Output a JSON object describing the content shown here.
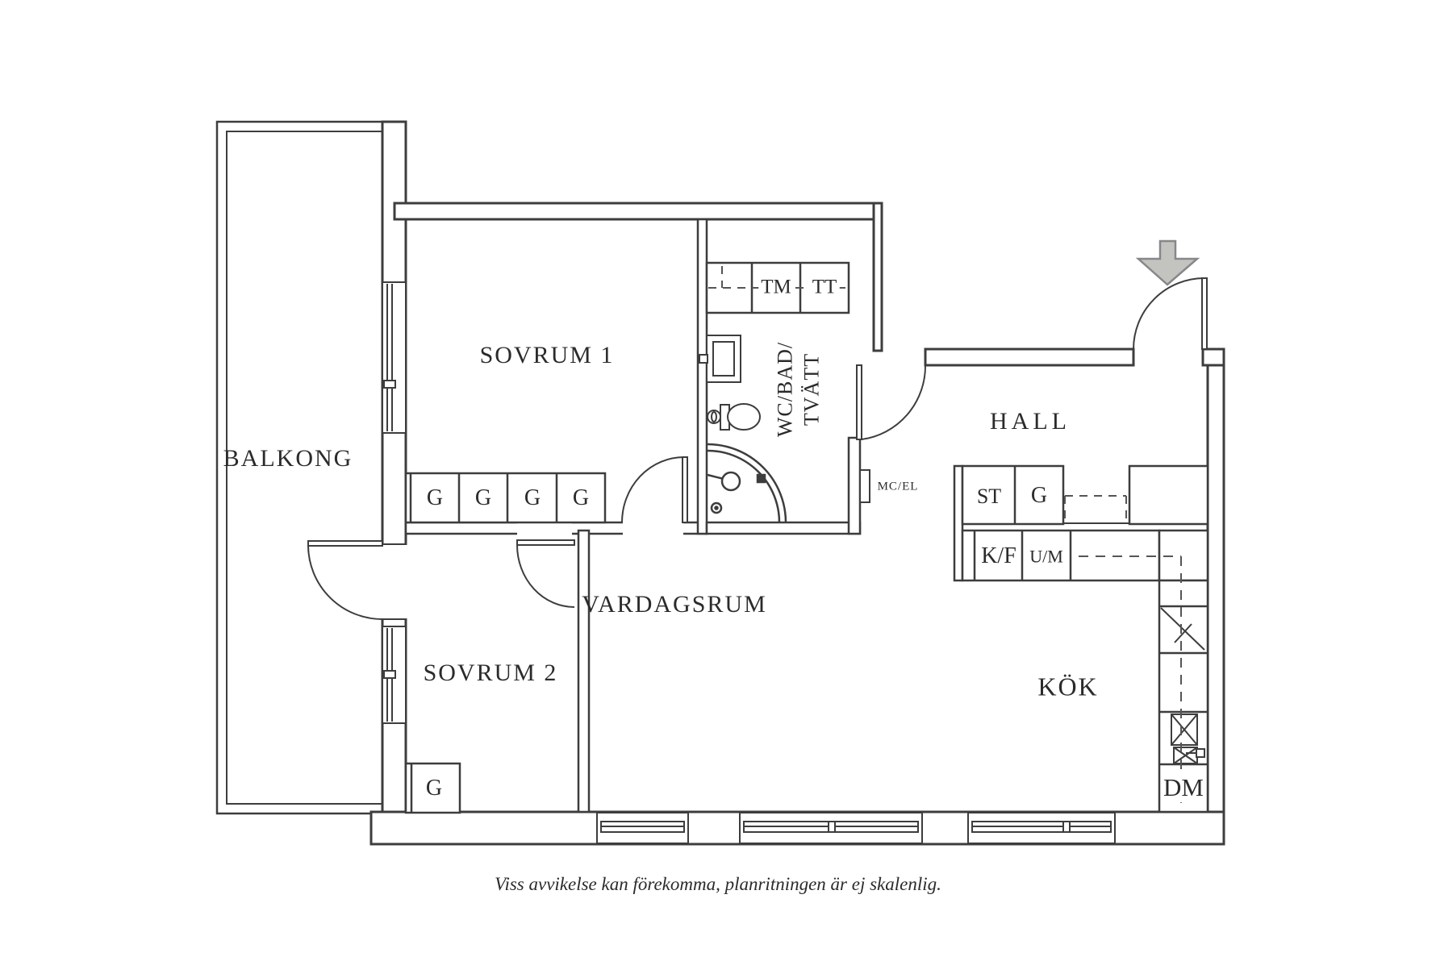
{
  "plan": {
    "rooms": {
      "balcony": "BALKONG",
      "bedroom1": "SOVRUM 1",
      "bedroom2": "SOVRUM 2",
      "living_room": "VARDAGSRUM",
      "kitchen": "KÖK",
      "hall": "HALL",
      "bathroom_line1": "WC/BAD/",
      "bathroom_line2": "TVÄTT"
    },
    "fixtures": {
      "wardrobe": "G",
      "washing_machine": "TM",
      "dryer": "TT",
      "dishwasher": "DM",
      "closet": "ST",
      "fridge_freezer": "K/F",
      "oven_microwave": "U/M",
      "media_electrical": "MC/EL"
    },
    "footer": "Viss avvikelse kan förekomma, planritningen är ej skalenlig.",
    "colors": {
      "line": "#3d3d3d",
      "text": "#2b2b2b",
      "arrow_fill": "#c3c3bf",
      "arrow_stroke": "#87878b"
    }
  }
}
